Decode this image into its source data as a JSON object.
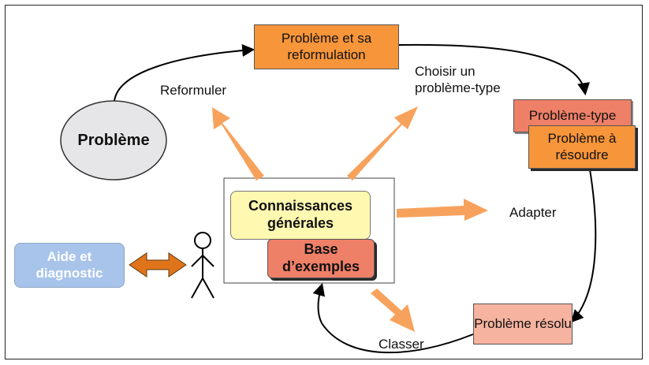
{
  "nodes": {
    "probleme": "Problème",
    "probleme_reformulation": "Problème et sa reformulation",
    "probleme_type": "Problème-type",
    "probleme_a_resoudre": "Problème à résoudre",
    "probleme_resolu": "Problème résolu",
    "connaissances": "Connaissances générales",
    "base_exemples": "Base d’exemples",
    "aide_diagnostic": "Aide et diagnostic"
  },
  "labels": {
    "reformuler": "Reformuler",
    "choisir": "Choisir un problème-type",
    "adapter": "Adapter",
    "classer": "Classer"
  },
  "colors": {
    "orange": "#f7953a",
    "salmon": "#ef8068",
    "peach": "#f6b3a0",
    "yellow": "#fff8b0",
    "blue": "#a8c4ea",
    "grey": "#e6e6e8",
    "thick_arrow": "#f7a25c",
    "double_arrow": "#e0741a"
  }
}
